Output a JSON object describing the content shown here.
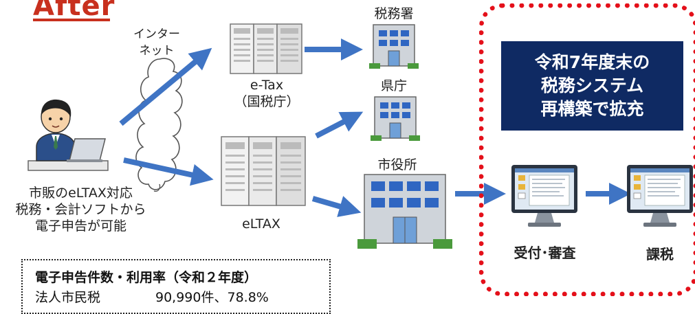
{
  "title": "After",
  "internet_label": [
    "インター",
    "ネット"
  ],
  "etax_label": [
    "e-Tax",
    "（国税庁）"
  ],
  "eltax_label": "eLTAX",
  "user_caption": [
    "市販のeLTAX対応",
    "税務・会計ソフトから",
    "電子申告が可能"
  ],
  "buildings": {
    "tax_office": "税務署",
    "prefecture": "県庁",
    "city_hall": "市役所"
  },
  "highlight_box": {
    "lines": [
      "令和7年度末の",
      "税務システム",
      "再構築で拡充"
    ]
  },
  "steps": [
    "受付･審査",
    "課税"
  ],
  "stats": {
    "heading": "電子申告件数・利用率（令和２年度）",
    "rows": [
      {
        "name": "法人市民税",
        "value": "90,990件、78.8%"
      }
    ]
  },
  "colors": {
    "title": "#c8301e",
    "arrow": "#3f74c4",
    "dotted_border": "#e4101a",
    "highlight_bg": "#0f2a63"
  },
  "icons": [
    "person-at-laptop-icon",
    "cloud-icon",
    "server-rack-icon",
    "office-building-icon",
    "desktop-monitor-icon"
  ]
}
